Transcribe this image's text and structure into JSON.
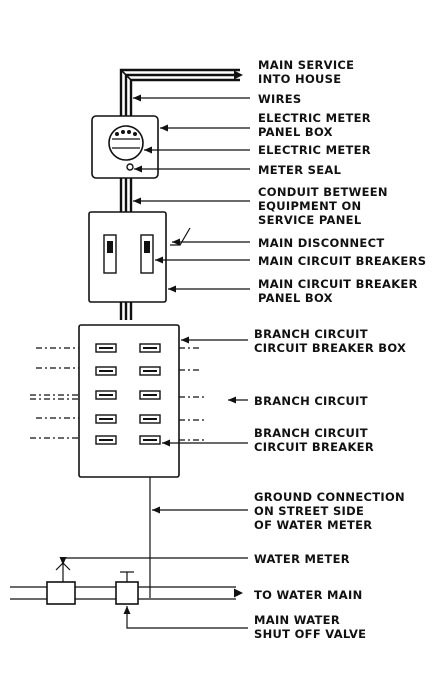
{
  "labels": {
    "main_service": [
      "MAIN SERVICE",
      "INTO HOUSE"
    ],
    "wires": [
      "WIRES"
    ],
    "meter_panel_box": [
      "ELECTRIC METER",
      "PANEL BOX"
    ],
    "electric_meter": [
      "ELECTRIC METER"
    ],
    "meter_seal": [
      "METER SEAL"
    ],
    "conduit": [
      "CONDUIT BETWEEN",
      "EQUIPMENT ON",
      "SERVICE PANEL"
    ],
    "main_disconnect": [
      "MAIN DISCONNECT"
    ],
    "main_breakers": [
      "MAIN CIRCUIT BREAKERS"
    ],
    "main_breaker_panel_box": [
      "MAIN CIRCUIT BREAKER",
      "PANEL BOX"
    ],
    "branch_breaker_box": [
      "BRANCH CIRCUIT",
      "CIRCUIT BREAKER BOX"
    ],
    "branch_circuit": [
      "BRANCH CIRCUIT"
    ],
    "branch_circuit_breaker": [
      "BRANCH CIRCUIT",
      "CIRCUIT BREAKER"
    ],
    "ground_connection": [
      "GROUND CONNECTION",
      "ON STREET SIDE",
      "OF WATER METER"
    ],
    "water_meter": [
      "WATER METER"
    ],
    "to_water_main": [
      "TO WATER MAIN"
    ],
    "shut_off_valve": [
      "MAIN WATER",
      "SHUT OFF VALVE"
    ]
  }
}
